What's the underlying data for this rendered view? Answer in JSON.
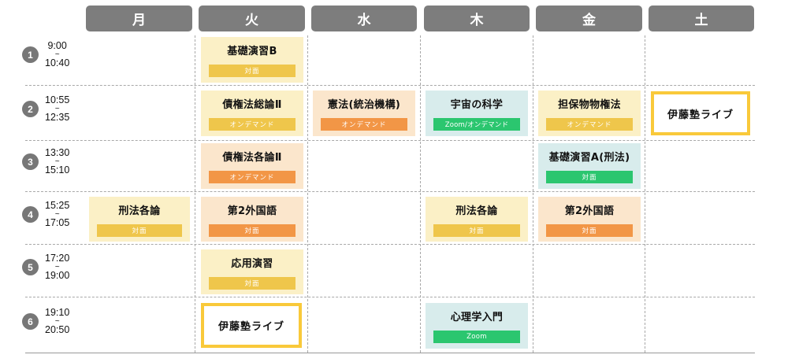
{
  "days": [
    "月",
    "火",
    "水",
    "木",
    "金",
    "土"
  ],
  "periods": [
    {
      "num": "1",
      "start": "9:00",
      "sep": "~",
      "end": "10:40"
    },
    {
      "num": "2",
      "start": "10:55",
      "sep": "~",
      "end": "12:35"
    },
    {
      "num": "3",
      "start": "13:30",
      "sep": "~",
      "end": "15:10"
    },
    {
      "num": "4",
      "start": "15:25",
      "sep": "~",
      "end": "17:05"
    },
    {
      "num": "5",
      "start": "17:20",
      "sep": "~",
      "end": "19:00"
    },
    {
      "num": "6",
      "start": "19:10",
      "sep": "~",
      "end": "20:50"
    }
  ],
  "classes": [
    {
      "day": "火",
      "period": 1,
      "name": "基礎演習B",
      "mode": "対面",
      "style": "yellow",
      "tag": "yellow"
    },
    {
      "day": "火",
      "period": 2,
      "name": "債権法総論Ⅱ",
      "mode": "オンデマンド",
      "style": "yellow",
      "tag": "yellow"
    },
    {
      "day": "水",
      "period": 2,
      "name": "憲法(統治機構)",
      "mode": "オンデマンド",
      "style": "peach",
      "tag": "orange"
    },
    {
      "day": "木",
      "period": 2,
      "name": "宇宙の科学",
      "mode": "Zoom/オンデマンド",
      "style": "mint",
      "tag": "green"
    },
    {
      "day": "金",
      "period": 2,
      "name": "担保物物権法",
      "mode": "オンデマンド",
      "style": "yellow",
      "tag": "yellow"
    },
    {
      "day": "土",
      "period": 2,
      "name": "伊藤塾ライブ",
      "style": "live"
    },
    {
      "day": "火",
      "period": 3,
      "name": "債権法各論Ⅱ",
      "mode": "オンデマンド",
      "style": "peach",
      "tag": "orange"
    },
    {
      "day": "金",
      "period": 3,
      "name": "基礎演習A(刑法)",
      "mode": "対面",
      "style": "mint",
      "tag": "green"
    },
    {
      "day": "月",
      "period": 4,
      "name": "刑法各論",
      "mode": "対面",
      "style": "yellow",
      "tag": "yellow"
    },
    {
      "day": "火",
      "period": 4,
      "name": "第2外国語",
      "mode": "対面",
      "style": "peach",
      "tag": "orange"
    },
    {
      "day": "木",
      "period": 4,
      "name": "刑法各論",
      "mode": "対面",
      "style": "yellow",
      "tag": "yellow"
    },
    {
      "day": "金",
      "period": 4,
      "name": "第2外国語",
      "mode": "対面",
      "style": "peach",
      "tag": "orange"
    },
    {
      "day": "火",
      "period": 5,
      "name": "応用演習",
      "mode": "対面",
      "style": "yellow",
      "tag": "yellow"
    },
    {
      "day": "火",
      "period": 6,
      "name": "伊藤塾ライブ",
      "style": "live"
    },
    {
      "day": "木",
      "period": 6,
      "name": "心理学入門",
      "mode": "Zoom",
      "style": "mint",
      "tag": "green"
    }
  ],
  "colors": {
    "header_bg": "#7d7d7d",
    "yellow_bg": "#fbf0c6",
    "peach_bg": "#fbe6cc",
    "mint_bg": "#d8ecec",
    "tag_yellow": "#efc64b",
    "tag_orange": "#f29646",
    "tag_green": "#2bc66f",
    "live_border": "#f9c93a"
  }
}
